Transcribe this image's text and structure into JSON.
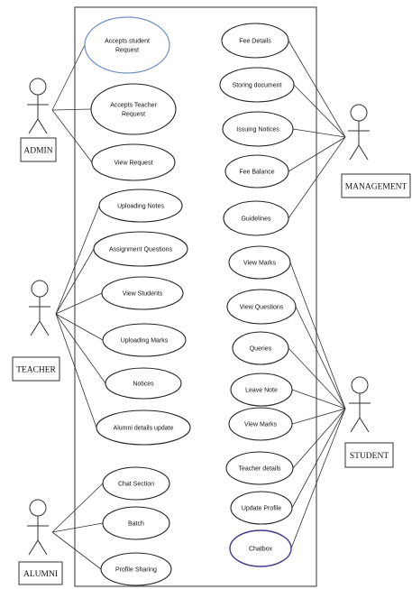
{
  "actors": [
    {
      "id": "admin",
      "label": "ADMIN"
    },
    {
      "id": "management",
      "label": "MANAGEMENT"
    },
    {
      "id": "teacher",
      "label": "TEACHER"
    },
    {
      "id": "student",
      "label": "STUDENT"
    },
    {
      "id": "alumni",
      "label": "ALUMNI"
    }
  ],
  "use_cases": [
    {
      "id": "accepts-student-request",
      "lines": [
        "Accepts student",
        "Request"
      ]
    },
    {
      "id": "accepts-teacher-request",
      "lines": [
        "Accepts Teacher",
        "Request"
      ]
    },
    {
      "id": "view-request",
      "lines": [
        "View Request"
      ]
    },
    {
      "id": "uploading-notes",
      "lines": [
        "Uploading Notes"
      ]
    },
    {
      "id": "assignment-questions",
      "lines": [
        "Assignment Questions"
      ]
    },
    {
      "id": "view-students",
      "lines": [
        "View Students"
      ]
    },
    {
      "id": "uploading-marks",
      "lines": [
        "Uploading Marks"
      ]
    },
    {
      "id": "notices",
      "lines": [
        "Notices"
      ]
    },
    {
      "id": "alumni-details-update",
      "lines": [
        "Alumni details update"
      ]
    },
    {
      "id": "chat-section",
      "lines": [
        "Chat Section"
      ]
    },
    {
      "id": "batch",
      "lines": [
        "Batch"
      ]
    },
    {
      "id": "profile-sharing",
      "lines": [
        "Profile Sharing"
      ]
    },
    {
      "id": "fee-details",
      "lines": [
        "Fee Details"
      ]
    },
    {
      "id": "storing-document",
      "lines": [
        "Storing document"
      ]
    },
    {
      "id": "issuing-notices",
      "lines": [
        "Issuing Notices"
      ]
    },
    {
      "id": "fee-balance",
      "lines": [
        "Fee Balance"
      ]
    },
    {
      "id": "guidelines",
      "lines": [
        "Guidelines"
      ]
    },
    {
      "id": "view-marks-1",
      "lines": [
        "View Marks"
      ]
    },
    {
      "id": "view-questions",
      "lines": [
        "View Questions"
      ]
    },
    {
      "id": "queries",
      "lines": [
        "Queries"
      ]
    },
    {
      "id": "leave-note",
      "lines": [
        "Leave Note"
      ]
    },
    {
      "id": "view-marks-2",
      "lines": [
        "View Marks"
      ]
    },
    {
      "id": "teacher-details",
      "lines": [
        "Teacher details"
      ]
    },
    {
      "id": "update-profile",
      "lines": [
        "Update Profile"
      ]
    },
    {
      "id": "chatbox",
      "lines": [
        "Chatbox"
      ]
    }
  ],
  "associations": [
    [
      "admin",
      "accepts-student-request"
    ],
    [
      "admin",
      "accepts-teacher-request"
    ],
    [
      "admin",
      "view-request"
    ],
    [
      "teacher",
      "uploading-notes"
    ],
    [
      "teacher",
      "assignment-questions"
    ],
    [
      "teacher",
      "view-students"
    ],
    [
      "teacher",
      "uploading-marks"
    ],
    [
      "teacher",
      "notices"
    ],
    [
      "teacher",
      "alumni-details-update"
    ],
    [
      "alumni",
      "chat-section"
    ],
    [
      "alumni",
      "batch"
    ],
    [
      "alumni",
      "profile-sharing"
    ],
    [
      "management",
      "fee-details"
    ],
    [
      "management",
      "storing-document"
    ],
    [
      "management",
      "issuing-notices"
    ],
    [
      "management",
      "fee-balance"
    ],
    [
      "management",
      "guidelines"
    ],
    [
      "student",
      "view-marks-1"
    ],
    [
      "student",
      "view-questions"
    ],
    [
      "student",
      "queries"
    ],
    [
      "student",
      "leave-note"
    ],
    [
      "student",
      "view-marks-2"
    ],
    [
      "student",
      "teacher-details"
    ],
    [
      "student",
      "update-profile"
    ],
    [
      "student",
      "chatbox"
    ]
  ]
}
